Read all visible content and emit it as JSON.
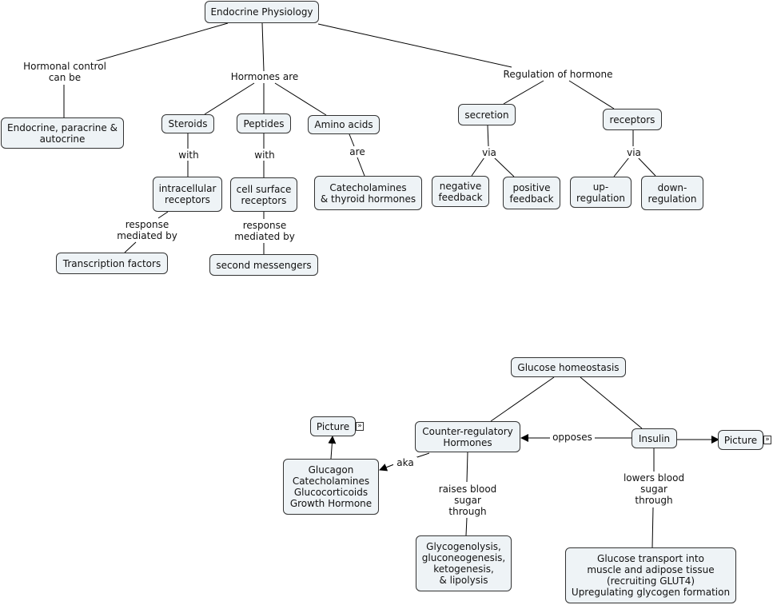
{
  "nodes": {
    "endocrine_physiology": "Endocrine Physiology",
    "endo_para_auto": "Endocrine, paracrine &\nautocrine",
    "steroids": "Steroids",
    "peptides": "Peptides",
    "amino_acids": "Amino acids",
    "intracellular_receptors": "intracellular\nreceptors",
    "cell_surface_receptors": "cell surface\nreceptors",
    "catecholamines_thyroid": "Catecholamines\n& thyroid hormones",
    "transcription_factors": "Transcription factors",
    "second_messengers": "second messengers",
    "secretion": "secretion",
    "receptors": "receptors",
    "negative_feedback": "negative\nfeedback",
    "positive_feedback": "positive\nfeedback",
    "up_regulation": "up-\nregulation",
    "down_regulation": "down-\nregulation",
    "glucose_homeostasis": "Glucose homeostasis",
    "counter_regulatory": "Counter-regulatory\nHormones",
    "insulin": "Insulin",
    "picture_left": "Picture",
    "picture_right": "Picture",
    "glucagon_list": "Glucagon\nCatecholamines\nGlucocorticoids\nGrowth Hormone",
    "glycogenolysis": "Glycogenolysis,\ngluconeogenesis,\nketogenesis,\n& lipolysis",
    "glucose_transport": "Glucose transport into\nmuscle and adipose tissue\n(recruiting GLUT4)\nUpregulating glycogen formation"
  },
  "labels": {
    "hormonal_control": "Hormonal control\ncan be",
    "hormones_are": "Hormones are",
    "regulation_of_hormone": "Regulation of hormone",
    "with_1": "with",
    "with_2": "with",
    "are": "are",
    "response_1": "response\nmediated by",
    "response_2": "response\nmediated by",
    "via_1": "via",
    "via_2": "via",
    "opposes": "opposes",
    "aka": "aka",
    "raises": "raises blood\nsugar\nthrough",
    "lowers": "lowers blood\nsugar\nthrough"
  },
  "resource_icon": "»"
}
